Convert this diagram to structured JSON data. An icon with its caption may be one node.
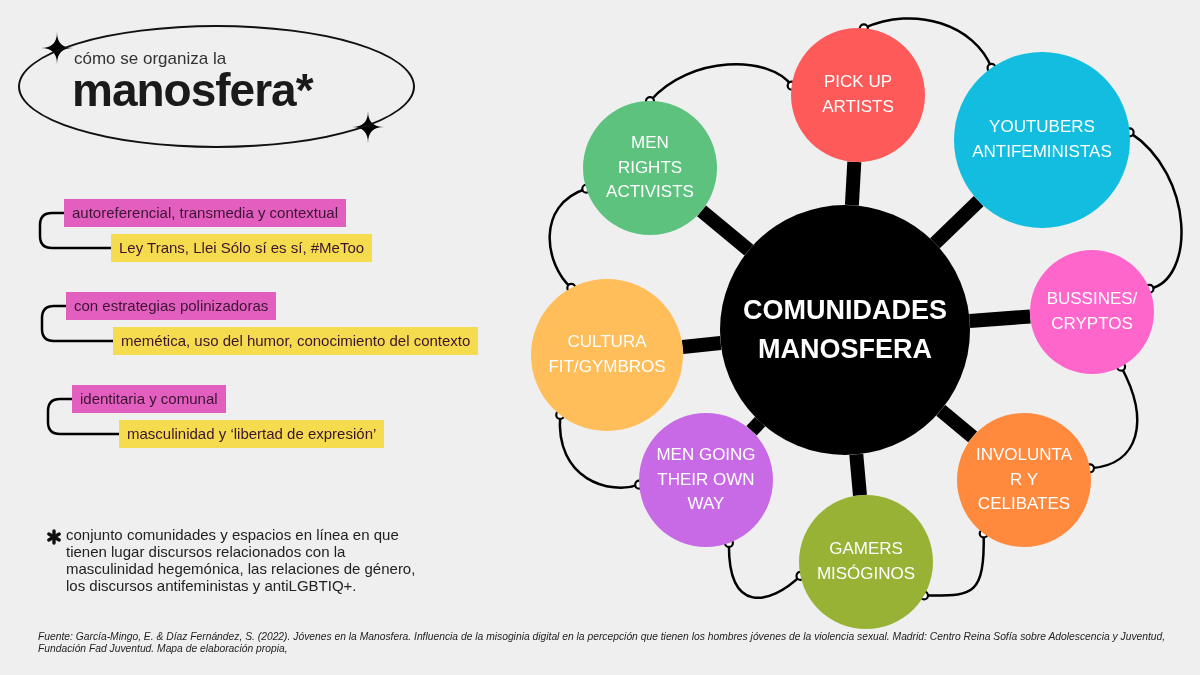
{
  "diagram": {
    "caption": "Fuente: García-Mingo, E. & Díaz Fernández, S. (2022). Jóvenes en la Manosfera. Influencia de la misoginia digital en la percepción que tienen los hombres jóvenes de la violencia sexual. Madrid: Centro Reina Sofía sobre Adolescencia y Juventud, Fundación Fad Juventud. Mapa de elaboración propia,",
    "nodes": [
      {
        "text": [
          "cómo se organiza la",
          "manosfera*"
        ]
      },
      {
        "text": [
          "autoreferencial, transmedia y contextual"
        ]
      },
      {
        "text": [
          "Ley Trans, Llei Sólo sí es sí, #MeToo"
        ]
      },
      {
        "text": [
          "con estrategias polinizadoras"
        ]
      },
      {
        "text": [
          "memética, uso del humor, conocimiento del contexto"
        ]
      },
      {
        "text": [
          "identitaria y comunal"
        ]
      },
      {
        "text": [
          "masculinidad y ‘libertad de expresión’"
        ]
      },
      {
        "text": [
          "COMUNIDADES MANOSFERA"
        ]
      },
      {
        "text": [
          "PICK UP ARTISTS"
        ]
      },
      {
        "text": [
          "MEN RIGHTS ACTIVISTS"
        ]
      },
      {
        "text": [
          "YOUTUBERS ANTIFEMINISTAS"
        ]
      },
      {
        "text": [
          "BUSSINES/ CRYPTOS"
        ]
      },
      {
        "text": [
          "CULTURA FIT/GYMBROS"
        ]
      },
      {
        "text": [
          "MEN GOING THEIR OWN WAY"
        ]
      },
      {
        "text": [
          "INVOLUNTAR Y CELIBATES"
        ]
      },
      {
        "text": [
          "GAMERS MISÓGINOS"
        ]
      }
    ],
    "edges": [
      {
        "from": 1,
        "to": 2,
        "arrow": "none"
      },
      {
        "from": 3,
        "to": 4,
        "arrow": "none"
      },
      {
        "from": 5,
        "to": 6,
        "arrow": "none"
      },
      {
        "from": 7,
        "to": 8,
        "arrow": "none",
        "style": "thick"
      },
      {
        "from": 7,
        "to": 9,
        "arrow": "none",
        "style": "thick"
      },
      {
        "from": 7,
        "to": 10,
        "arrow": "none",
        "style": "thick"
      },
      {
        "from": 7,
        "to": 11,
        "arrow": "none",
        "style": "thick"
      },
      {
        "from": 7,
        "to": 12,
        "arrow": "none",
        "style": "thick"
      },
      {
        "from": 7,
        "to": 13,
        "arrow": "none",
        "style": "thick"
      },
      {
        "from": 7,
        "to": 14,
        "arrow": "none",
        "style": "thick"
      },
      {
        "from": 7,
        "to": 15,
        "arrow": "none",
        "style": "thick"
      },
      {
        "from": 9,
        "to": 8,
        "arrow": "other"
      },
      {
        "from": 8,
        "to": 10,
        "arrow": "other"
      },
      {
        "from": 10,
        "to": 11,
        "arrow": "other"
      },
      {
        "from": 11,
        "to": 14,
        "arrow": "other"
      },
      {
        "from": 14,
        "to": 15,
        "arrow": "other"
      },
      {
        "from": 13,
        "to": 15,
        "arrow": "other"
      },
      {
        "from": 12,
        "to": 13,
        "arrow": "other"
      },
      {
        "from": 9,
        "to": 12,
        "arrow": "other"
      }
    ],
    "labels": [
      "conjunto comunidades y espacios en línea en que tienen lugar discursos relacionados con la masculinidad hegemónica, las relaciones de género, los discursos antifeministas y antiLGBTIQ+."
    ]
  }
}
